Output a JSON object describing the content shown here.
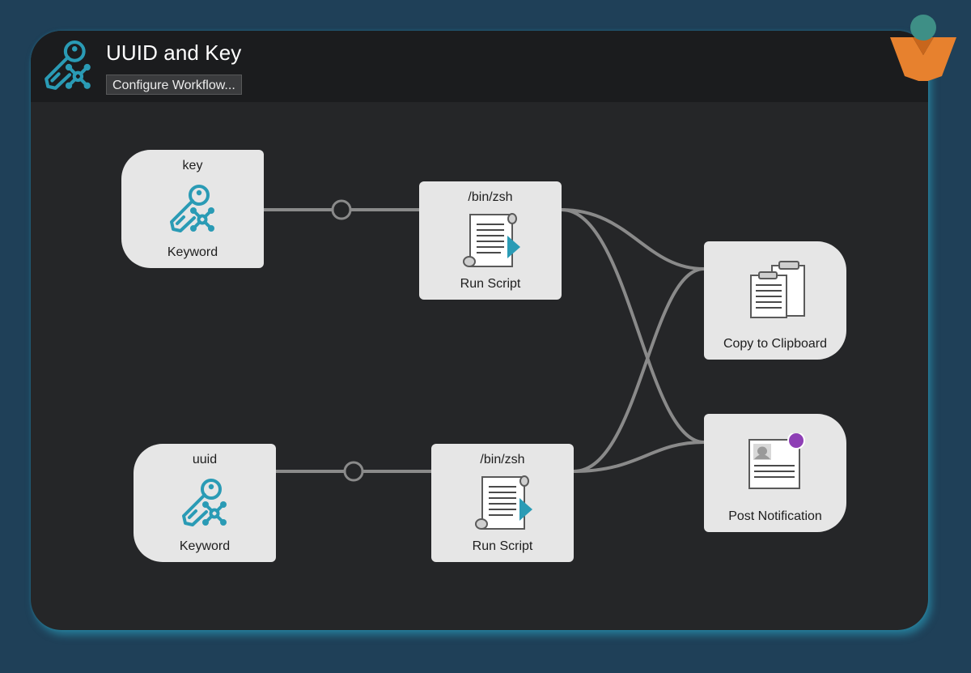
{
  "workflow": {
    "title": "UUID and Key",
    "configure_label": "Configure Workflow..."
  },
  "nodes": {
    "key_keyword": {
      "top": "key",
      "bottom": "Keyword"
    },
    "uuid_keyword": {
      "top": "uuid",
      "bottom": "Keyword"
    },
    "script_top": {
      "top": "/bin/zsh",
      "bottom": "Run Script"
    },
    "script_bottom": {
      "top": "/bin/zsh",
      "bottom": "Run Script"
    },
    "copy": {
      "bottom": "Copy to Clipboard"
    },
    "notify": {
      "bottom": "Post Notification"
    }
  },
  "colors": {
    "background": "#1f4058",
    "window": "#252628",
    "header": "#1b1c1e",
    "node": "#e6e6e6",
    "wire": "#8a8a8a",
    "accent_teal": "#2a9bb5",
    "notification_badge": "#8e3fb5",
    "logo_orange": "#e7812e",
    "logo_teal": "#3e8f86"
  },
  "icons": {
    "workflow": "key-network-icon",
    "keyword": "key-network-icon",
    "script": "script-scroll-icon",
    "copy": "clipboard-icon",
    "notify": "notification-icon",
    "logo": "brand-logo"
  }
}
